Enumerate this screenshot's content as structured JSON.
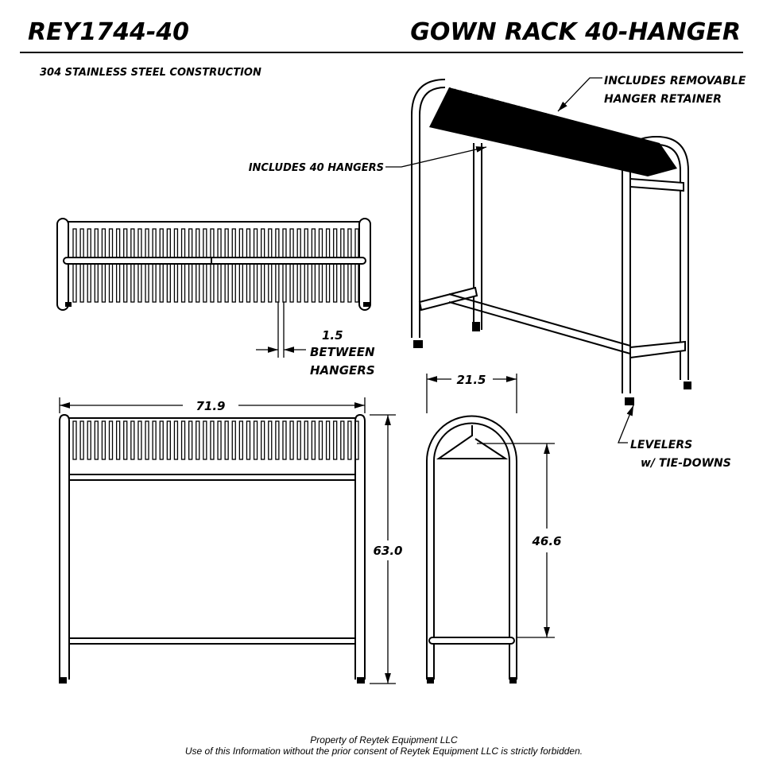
{
  "header": {
    "part_number": "REY1744-40",
    "title": "GOWN RACK 40-HANGER",
    "material_note": "304 STAINLESS STEEL CONSTRUCTION"
  },
  "callouts": {
    "retainer_line1": "INCLUDES REMOVABLE",
    "retainer_line2": "HANGER RETAINER",
    "hangers": "INCLUDES 40 HANGERS",
    "levelers_line1": "LEVELERS",
    "levelers_line2": "w/ TIE-DOWNS"
  },
  "dimensions": {
    "spacing_value": "1.5",
    "spacing_line1": "BETWEEN",
    "spacing_line2": "HANGERS",
    "width": "71.9",
    "height": "63.0",
    "depth": "21.5",
    "hang_height": "46.6"
  },
  "footer": {
    "line1": "Property of Reytek Equipment LLC",
    "line2": "Use of this Information without the prior consent of Reytek Equipment LLC is strictly forbidden."
  },
  "hanger_count": 40
}
